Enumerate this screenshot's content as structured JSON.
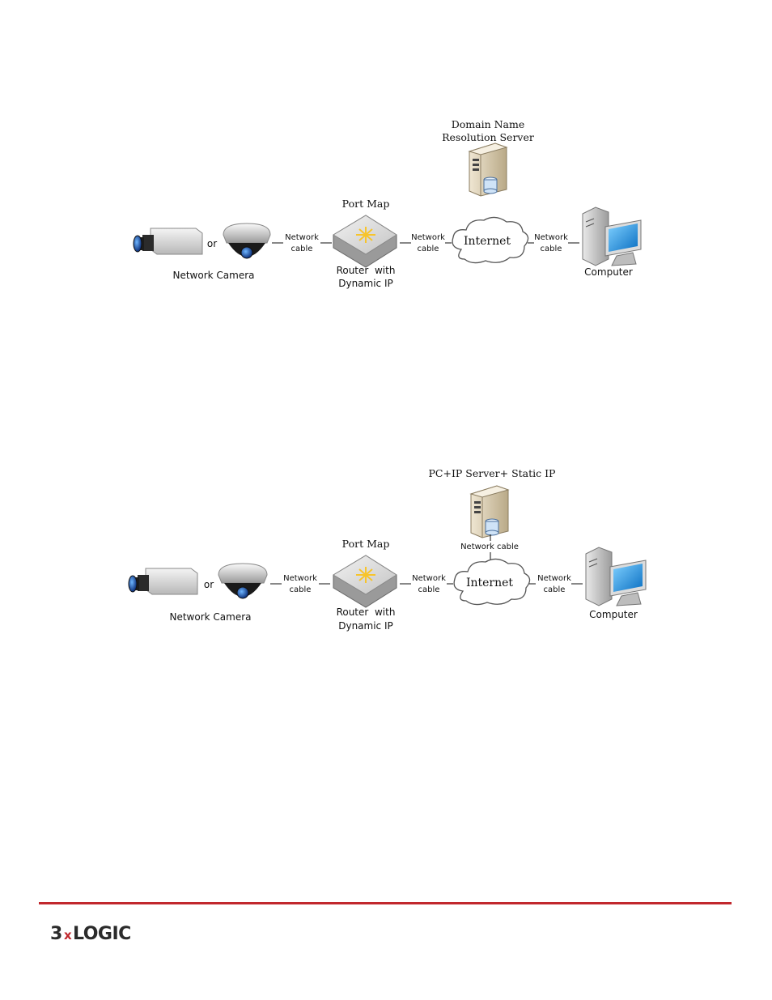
{
  "diagram1": {
    "server_label_line1": "Domain Name",
    "server_label_line2": "Resolution Server",
    "port_map_label": "Port Map",
    "or_label": "or",
    "camera_label": "Network Camera",
    "router_label_line1": "Router  with",
    "router_label_line2": "Dynamic IP",
    "internet_label": "Internet",
    "computer_label": "Computer",
    "cable1_line1": "Network",
    "cable1_line2": "cable",
    "cable2_line1": "Network",
    "cable2_line2": "cable",
    "cable3_line1": "Network",
    "cable3_line2": "cable"
  },
  "diagram2": {
    "server_label": "PC+IP Server+ Static IP",
    "server_cable_label": "Network cable",
    "port_map_label": "Port Map",
    "or_label": "or",
    "camera_label": "Network Camera",
    "router_label_line1": "Router  with",
    "router_label_line2": "Dynamic IP",
    "internet_label": "Internet",
    "computer_label": "Computer",
    "cable1_line1": "Network",
    "cable1_line2": "cable",
    "cable2_line1": "Network",
    "cable2_line2": "cable",
    "cable3_line1": "Network",
    "cable3_line2": "cable"
  },
  "footer": {
    "logo_text": "3xLOGIC",
    "rule_color": "#c1272d"
  }
}
